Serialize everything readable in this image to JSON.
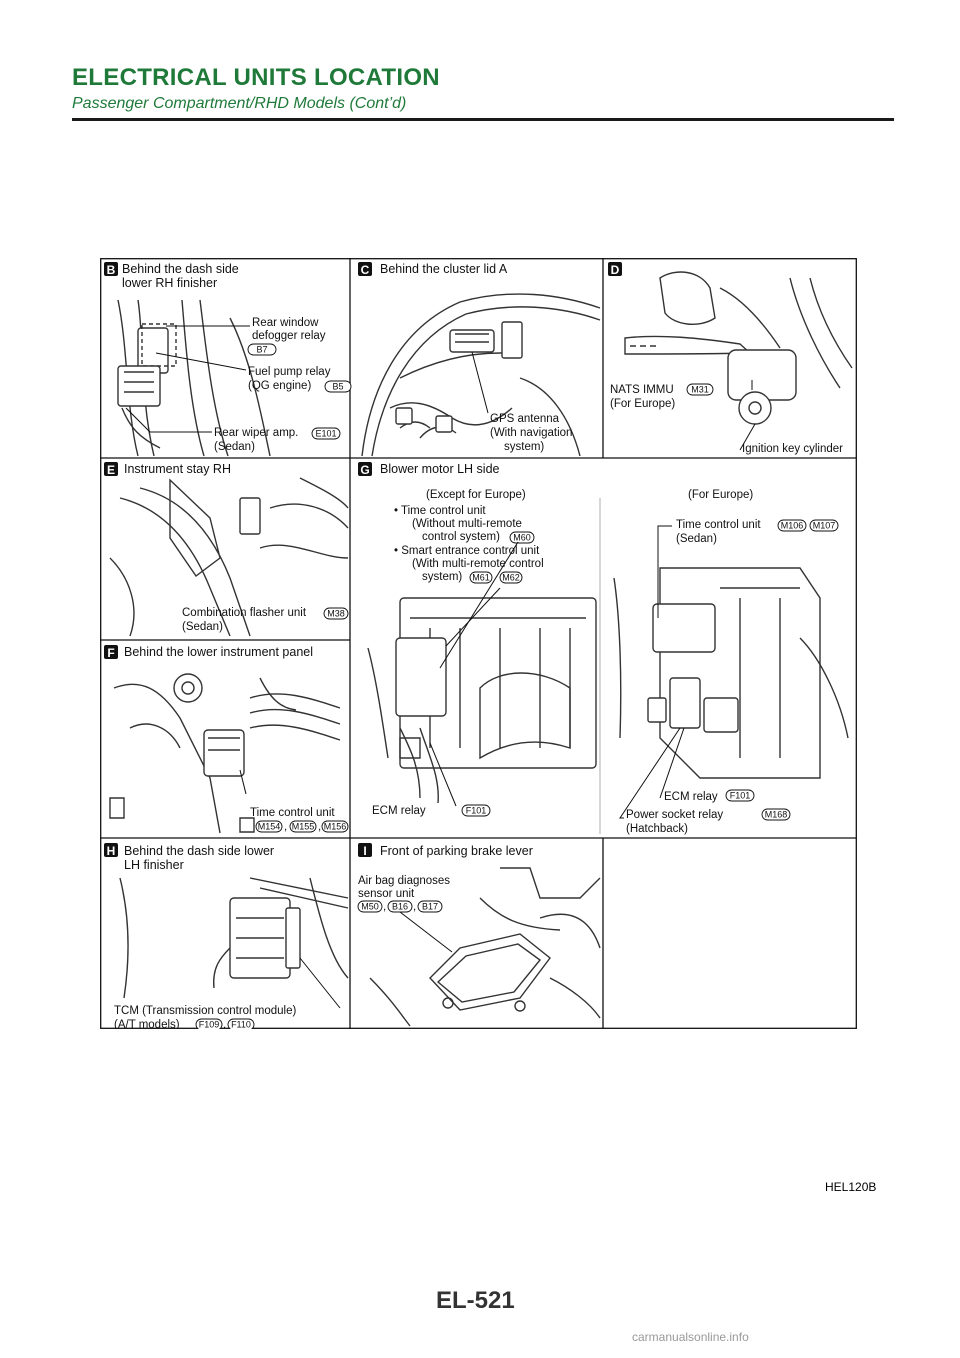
{
  "header": {
    "title": "ELECTRICAL UNITS LOCATION",
    "subtitle": "Passenger Compartment/RHD Models (Cont’d)"
  },
  "panels": {
    "B": {
      "letter": "B",
      "heading": [
        "Behind the dash side",
        "lower RH finisher"
      ],
      "labels": [
        {
          "lines": [
            "Rear window",
            "defogger relay"
          ],
          "connectors": [
            "B7"
          ]
        },
        {
          "lines": [
            "Fuel pump relay",
            "(QG engine)"
          ],
          "connectors": [
            "B5"
          ]
        },
        {
          "lines": [
            "Rear wiper amp.",
            "(Sedan)"
          ],
          "connectors": [
            "E101"
          ]
        }
      ]
    },
    "C": {
      "letter": "C",
      "heading": [
        "Behind the cluster lid A"
      ],
      "labels": [
        {
          "lines": [
            "GPS antenna",
            "(With navigation",
            "system)"
          ],
          "connectors": []
        }
      ]
    },
    "D": {
      "letter": "D",
      "heading": [],
      "labels": [
        {
          "lines": [
            "NATS IMMU",
            "(For Europe)"
          ],
          "connectors": [
            "M31"
          ]
        },
        {
          "lines": [
            "Ignition key cylinder"
          ],
          "connectors": []
        }
      ]
    },
    "E": {
      "letter": "E",
      "heading": [
        "Instrument stay RH"
      ],
      "labels": [
        {
          "lines": [
            "Combination flasher unit",
            "(Sedan)"
          ],
          "connectors": [
            "M38"
          ]
        }
      ]
    },
    "G": {
      "letter": "G",
      "heading": [
        "Blower motor LH side"
      ],
      "except_heading": "(Except for Europe)",
      "europe_heading": "(For Europe)",
      "bullets": [
        {
          "lines": [
            "• Time control unit",
            "(Without multi-remote",
            "control system)"
          ],
          "connectors": [
            "M60"
          ]
        },
        {
          "lines": [
            "• Smart entrance control unit",
            "(With multi-remote control",
            "system)"
          ],
          "connectors": [
            "M61",
            "M62"
          ]
        }
      ],
      "ecm_left": {
        "text": "ECM relay",
        "connectors": [
          "F101"
        ]
      },
      "europe_labels": [
        {
          "lines": [
            "Time control unit",
            "(Sedan)"
          ],
          "connectors": [
            "M106",
            "M107"
          ]
        },
        {
          "lines": [
            "ECM relay"
          ],
          "connectors": [
            "F101"
          ]
        },
        {
          "lines": [
            "Power socket relay",
            "(Hatchback)"
          ],
          "connectors": [
            "M168"
          ]
        }
      ]
    },
    "F": {
      "letter": "F",
      "heading": [
        "Behind the lower instrument panel"
      ],
      "labels": [
        {
          "lines": [
            "Time control unit"
          ],
          "connectors": [
            "M154",
            "M155",
            "M156"
          ]
        }
      ]
    },
    "H": {
      "letter": "H",
      "heading": [
        "Behind the dash side lower",
        "LH finisher"
      ],
      "labels": [
        {
          "lines": [
            "TCM (Transmission control module)",
            "(A/T models)"
          ],
          "connectors": [
            "F109",
            "F110"
          ]
        }
      ]
    },
    "I": {
      "letter": "I",
      "heading": [
        "Front of parking brake lever"
      ],
      "labels": [
        {
          "lines": [
            "Air bag diagnoses",
            "sensor unit"
          ],
          "connectors": [
            "M50",
            "B16",
            "B17"
          ]
        }
      ]
    }
  },
  "figure_code": "HEL120B",
  "page_number": "EL-521",
  "watermark": "carmanualsonline.info"
}
